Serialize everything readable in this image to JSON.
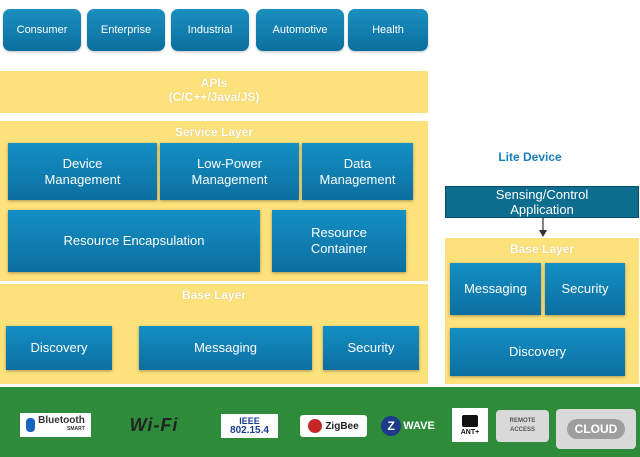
{
  "top_tabs": [
    "Consumer",
    "Enterprise",
    "Industrial",
    "Automotive",
    "Health"
  ],
  "apis": {
    "title": "APIs",
    "subtitle": "(C/C++/Java/JS)"
  },
  "service_layer": {
    "title": "Service Layer",
    "device_management": [
      "Device",
      "Management"
    ],
    "low_power_management": [
      "Low-Power",
      "Management"
    ],
    "data_management": [
      "Data",
      "Management"
    ],
    "resource_encapsulation": "Resource Encapsulation",
    "resource_container": [
      "Resource",
      "Container"
    ]
  },
  "base_layer": {
    "title": "Base Layer",
    "discovery": "Discovery",
    "messaging": "Messaging",
    "security": "Security"
  },
  "lite_device": {
    "title": "Lite Device",
    "sensing_app": [
      "Sensing/Control",
      "Application"
    ],
    "base_layer_title": "Base Layer",
    "messaging": "Messaging",
    "security": "Security",
    "discovery": "Discovery"
  },
  "footer_logos": {
    "bluetooth": "Bluetooth",
    "bluetooth_sub": "SMART",
    "wifi": "Wi-Fi",
    "ieee": "IEEE",
    "ieee_sub": "802.15.4",
    "zigbee": "ZigBee",
    "zwave": "WAVE",
    "ant": "ANT+",
    "remote_access": [
      "REMOTE",
      "ACCESS"
    ],
    "cloud": "CLOUD"
  },
  "colors": {
    "accent_blue": "#0c7db4",
    "layer_yellow": "#fde27b",
    "footer_green": "#2e8b3a"
  }
}
